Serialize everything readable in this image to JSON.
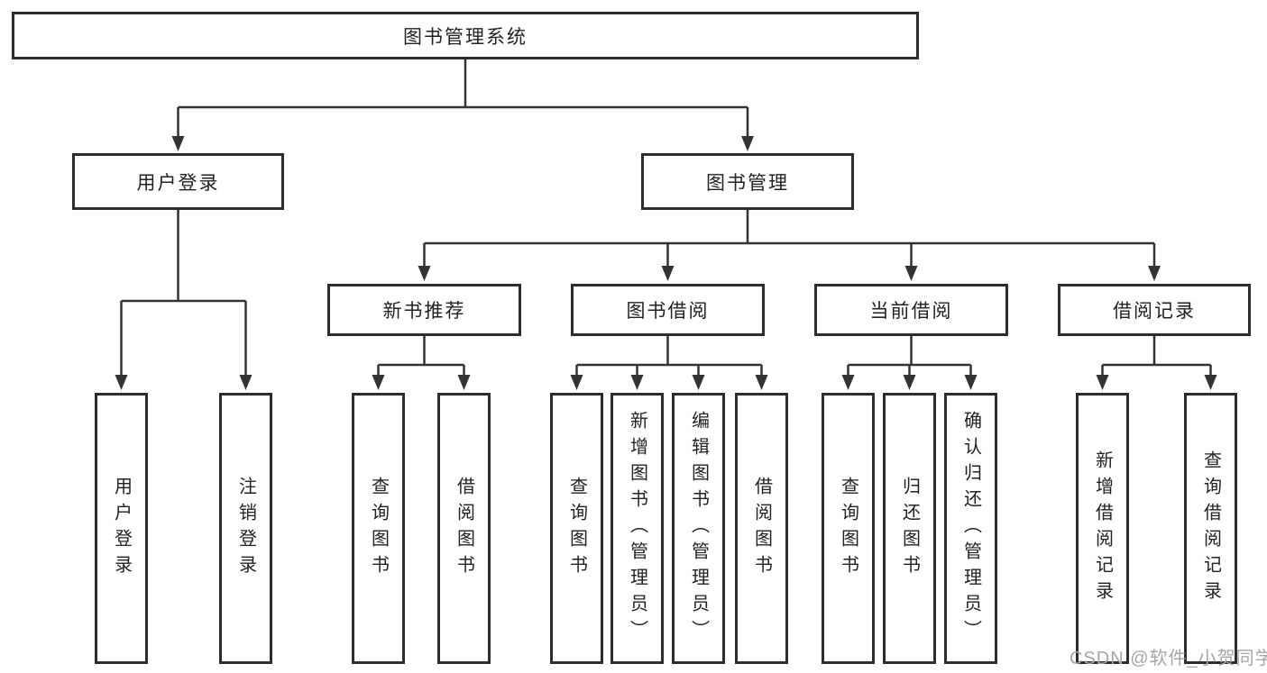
{
  "diagram_title": "图书管理系统",
  "nodes": {
    "root": "图书管理系统",
    "user_login": "用户登录",
    "book_mgmt": "图书管理",
    "new_book_rec": "新书推荐",
    "book_borrow": "图书借阅",
    "current_borrow": "当前借阅",
    "borrow_record": "借阅记录",
    "leaf_user_login": "用户登录",
    "leaf_logout": "注销登录",
    "leaf_query_book_1": "查询图书",
    "leaf_borrow_book_1": "借阅图书",
    "leaf_query_book_2": "查询图书",
    "leaf_add_book": "新增图书（管理员）",
    "leaf_edit_book": "编辑图书（管理员）",
    "leaf_borrow_book_2": "借阅图书",
    "leaf_query_book_3": "查询图书",
    "leaf_return_book": "归还图书",
    "leaf_confirm_return": "确认归还（管理员）",
    "leaf_add_record": "新增借阅记录",
    "leaf_query_record": "查询借阅记录"
  },
  "hierarchy": {
    "图书管理系统": {
      "用户登录": [
        "用户登录",
        "注销登录"
      ],
      "图书管理": {
        "新书推荐": [
          "查询图书",
          "借阅图书"
        ],
        "图书借阅": [
          "查询图书",
          "新增图书（管理员）",
          "编辑图书（管理员）",
          "借阅图书"
        ],
        "当前借阅": [
          "查询图书",
          "归还图书",
          "确认归还（管理员）"
        ],
        "借阅记录": [
          "新增借阅记录",
          "查询借阅记录"
        ]
      }
    }
  },
  "watermark": "CSDN @软件_小贺同学",
  "colors": {
    "line": "#333333",
    "border": "#2d2d2d",
    "text": "#222222",
    "watermark": "#a6a6a6",
    "background": "#ffffff"
  }
}
